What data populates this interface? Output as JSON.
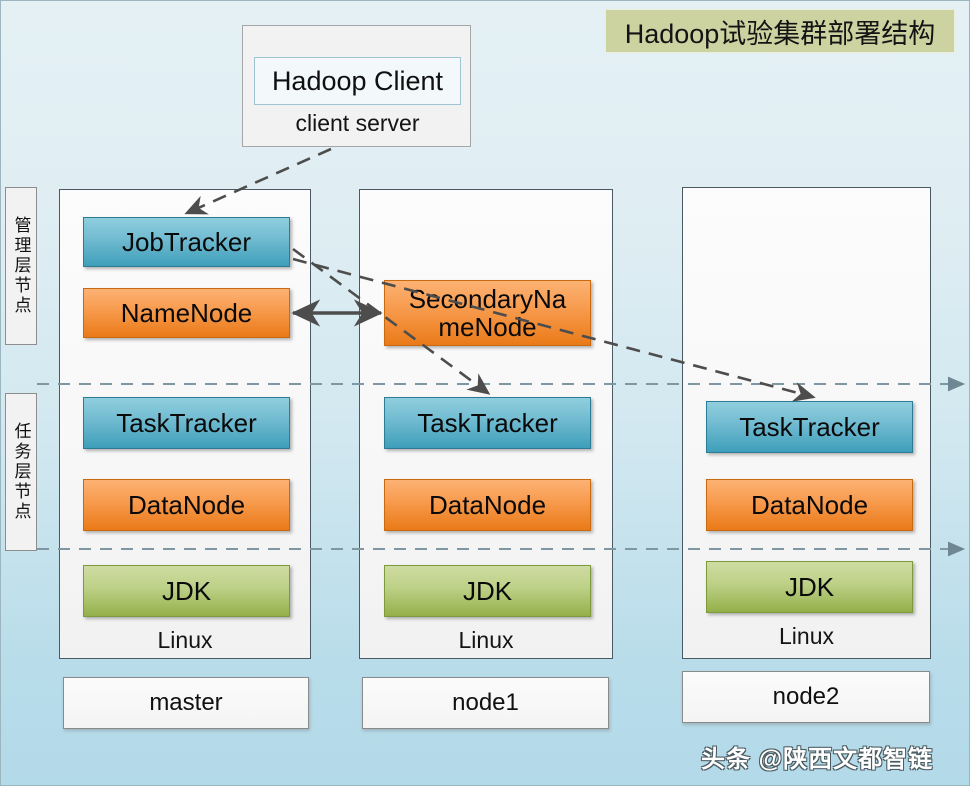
{
  "title": {
    "text": "Hadoop试验集群部署结构"
  },
  "client": {
    "box_label": "Hadoop Client",
    "server_label": "client server"
  },
  "layers": [
    {
      "name": "management-layer",
      "label": "管理层节点"
    },
    {
      "name": "task-layer",
      "label": "任务层节点"
    }
  ],
  "columns": [
    {
      "id": "master",
      "node_name": "master",
      "os_label": "Linux",
      "services": [
        {
          "name": "JobTracker",
          "type": "blue"
        },
        {
          "name": "NameNode",
          "type": "orange"
        },
        {
          "name": "TaskTracker",
          "type": "blue"
        },
        {
          "name": "DataNode",
          "type": "orange"
        },
        {
          "name": "JDK",
          "type": "green"
        }
      ]
    },
    {
      "id": "node1",
      "node_name": "node1",
      "os_label": "Linux",
      "services": [
        {
          "name": "SecondaryNameNode",
          "type": "orange",
          "line1": "SecondaryNa",
          "line2": "meNode"
        },
        {
          "name": "TaskTracker",
          "type": "blue"
        },
        {
          "name": "DataNode",
          "type": "orange"
        },
        {
          "name": "JDK",
          "type": "green"
        }
      ]
    },
    {
      "id": "node2",
      "node_name": "node2",
      "os_label": "Linux",
      "services": [
        {
          "name": "TaskTracker",
          "type": "blue"
        },
        {
          "name": "DataNode",
          "type": "orange"
        },
        {
          "name": "JDK",
          "type": "green"
        }
      ]
    }
  ],
  "boxes": {
    "jobtracker_master": "JobTracker",
    "namenode_master": "NameNode",
    "tasktracker_master": "TaskTracker",
    "datanode_master": "DataNode",
    "jdk_master": "JDK",
    "linux_master": "Linux",
    "secondarynamenode_line1": "SecondaryNa",
    "secondarynamenode_line2": "meNode",
    "tasktracker_node1": "TaskTracker",
    "datanode_node1": "DataNode",
    "jdk_node1": "JDK",
    "linux_node1": "Linux",
    "tasktracker_node2": "TaskTracker",
    "datanode_node2": "DataNode",
    "jdk_node2": "JDK",
    "linux_node2": "Linux",
    "name_master": "master",
    "name_node1": "node1",
    "name_node2": "node2"
  },
  "watermark": {
    "text": "头条 @陕西文都智链"
  },
  "colors": {
    "background_top": "#e4f0f4",
    "background_bottom": "#b3dae9",
    "title_bg": "#ccd2a0",
    "service_blue": "#74bdd2",
    "service_orange": "#f79a4c",
    "service_green": "#bcd086",
    "arrow": "#4d4d4d",
    "divider": "#7f97a3"
  }
}
